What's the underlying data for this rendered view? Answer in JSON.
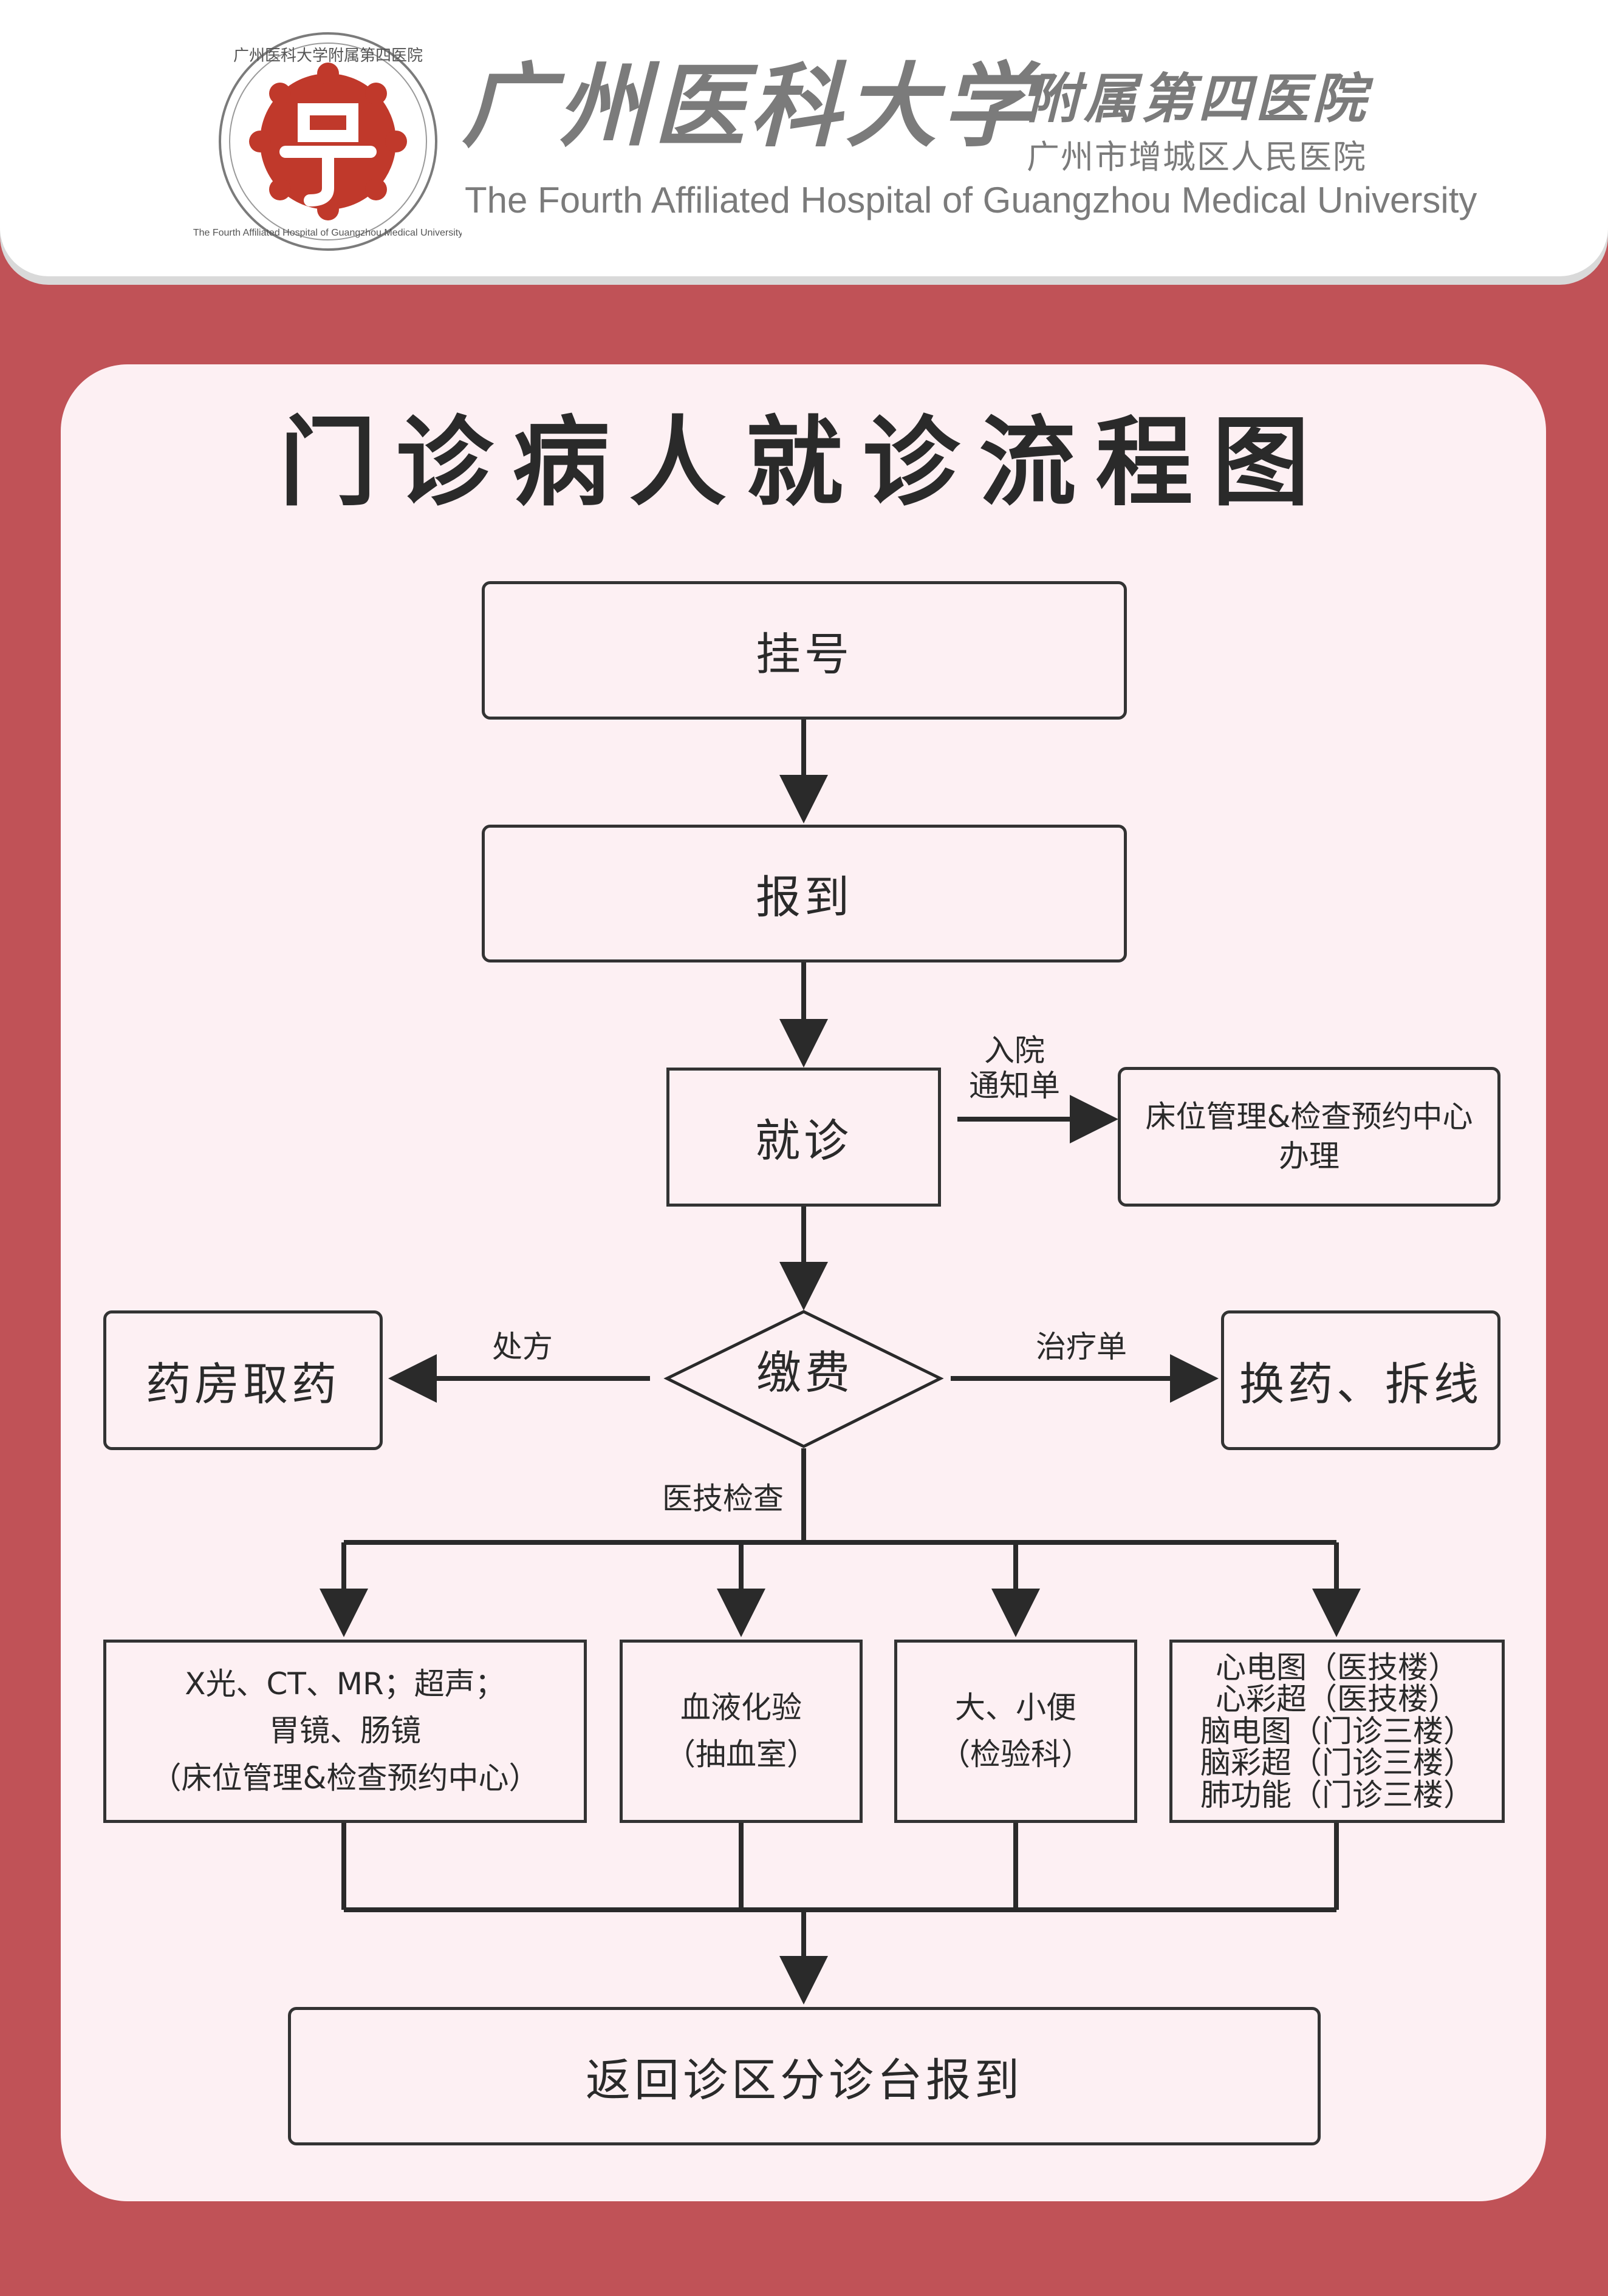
{
  "header": {
    "name_cn": "广州医科大学",
    "affiliate_cn": "附属第四医院",
    "district_hospital_cn": "广州市增城区人民医院",
    "name_en": "The Fourth Affiliated Hospital of Guangzhou Medical University",
    "seal_text_cn": "广州医科大学附属第四医院",
    "seal_text_en": "The Fourth Affiliated Hospital of Guangzhou Medical University",
    "brand_color": "#c0392b",
    "frame_color": "#c05257"
  },
  "title": "门诊病人就诊流程图",
  "flow": {
    "register": "挂号",
    "check_in": "报到",
    "consult": "就诊",
    "payment": "缴费",
    "admission_label": "入院\n通知单",
    "bed_center": "床位管理&检查预约中心\n办理",
    "prescription_label": "处方",
    "pharmacy": "药房取药",
    "treatment_label": "治疗单",
    "dressing": "换药、拆线",
    "exam_label": "医技检查",
    "exams": [
      "X光、CT、MR；超声；\n胃镜、肠镜\n（床位管理&检查预约中心）",
      "血液化验\n（抽血室）",
      "大、小便\n（检验科）",
      "心电图（医技楼）\n心彩超（医技楼）\n脑电图（门诊三楼）\n脑彩超（门诊三楼）\n肺功能（门诊三楼）"
    ],
    "return": "返回诊区分诊台报到"
  }
}
